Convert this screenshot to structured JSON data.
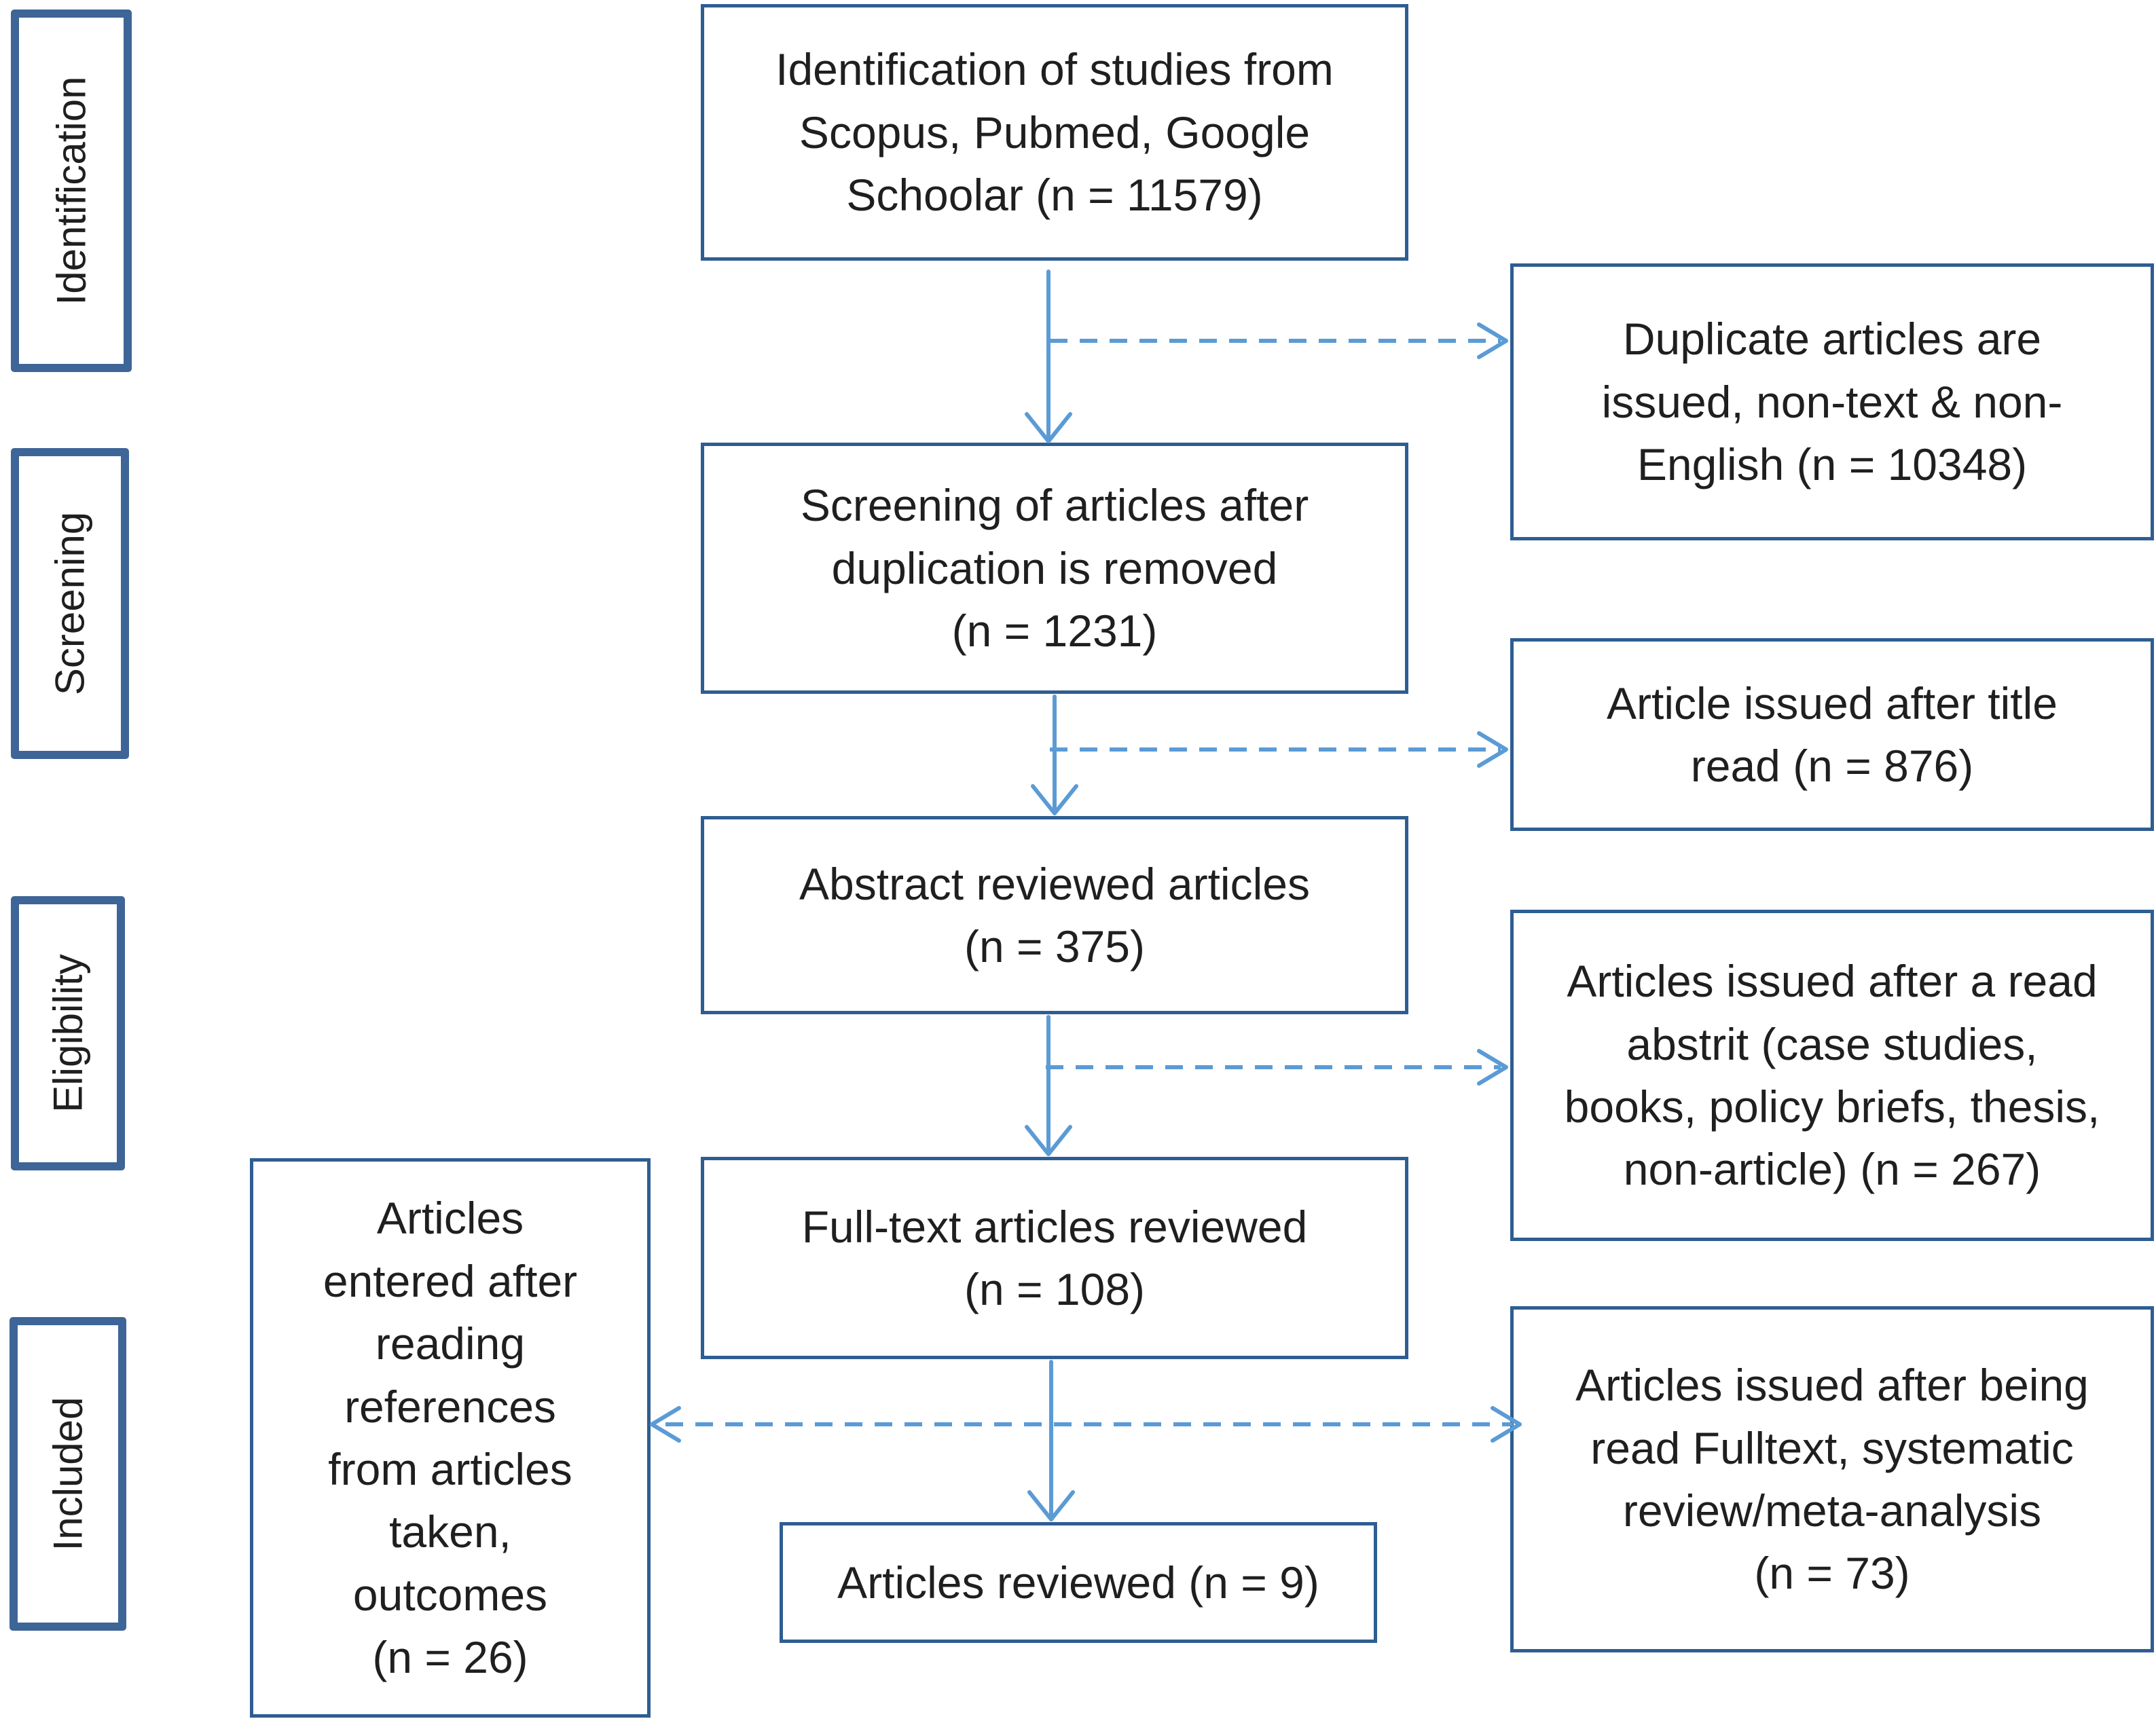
{
  "stages": {
    "identification": "Identification",
    "screening": "Screening",
    "eligibility": "Eligibility",
    "included": "Included"
  },
  "boxes": {
    "identification": "Identification of studies from\nScopus, Pubmed, Google\nSchoolar (n = 11579)",
    "duplicates": "Duplicate articles are\nissued, non-text & non-\nEnglish (n = 10348)",
    "screening": "Screening of articles after\nduplication is removed\n(n = 1231)",
    "title_excluded": "Article issued after title\nread (n = 876)",
    "abstract": "Abstract reviewed articles\n(n = 375)",
    "abstract_excluded": "Articles issued after a read\nabstrit (case studies,\nbooks, policy briefs, thesis,\nnon-article) (n = 267)",
    "fulltext": "Full-text articles reviewed\n(n = 108)",
    "references_added": "Articles\nentered after\nreading\nreferences\nfrom articles\ntaken,\noutcomes\n(n = 26)",
    "fulltext_excluded": "Articles issued after being\nread Fulltext, systematic\nreview/meta-analysis\n(n = 73)",
    "included": "Articles reviewed (n = 9)"
  },
  "colors": {
    "box_border": "#2e5d91",
    "stage_border": "#3e6597",
    "arrow": "#5b9bd5"
  }
}
